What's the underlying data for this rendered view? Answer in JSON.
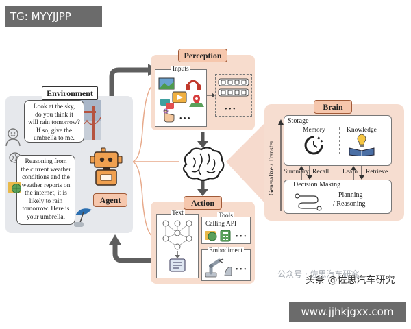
{
  "watermarks": {
    "top_left": "TG: MYYJJPP",
    "bottom_right": "www.jjhkjgxx.com",
    "middle": "头条 @佐思汽车研究",
    "faint": "公众号 · 佐思汽车研究"
  },
  "environment": {
    "title": "Environment",
    "question_lines": [
      "Look at the sky,",
      "do you think it",
      "will rain tomorrow?",
      "If so, give the",
      "umbrella to me."
    ],
    "answer_lines": [
      "Reasoning from",
      "the current weather",
      "conditions and the",
      "weather reports on",
      "the internet, it is",
      "likely to rain",
      "tomorrow. Here is",
      "your umbrella."
    ]
  },
  "agent": {
    "label": "Agent"
  },
  "perception": {
    "title": "Perception",
    "inputs_label": "Inputs",
    "ellipsis": "• • •"
  },
  "action": {
    "title": "Action",
    "text_label": "Text",
    "tools_label": "Tools",
    "calling_api": "Calling API",
    "embodiment_label": "Embodiment",
    "ellipsis": "• • •"
  },
  "brain": {
    "title": "Brain",
    "storage": "Storage",
    "memory": "Memory",
    "knowledge": "Knowledge",
    "summary": "Summary",
    "recall": "Recall",
    "learn": "Learn",
    "retrieve": "Retrieve",
    "generalize": "Generalize / Transfer",
    "decision_making": "Decision Making",
    "planning": "Planning",
    "reasoning": "/ Reasoning"
  },
  "colors": {
    "peach": "#f7dccd",
    "tag_peach": "#f6c7ad",
    "gray_panel": "#e6e8ec",
    "arrow": "#555555",
    "agent_orange": "#f0a050"
  }
}
